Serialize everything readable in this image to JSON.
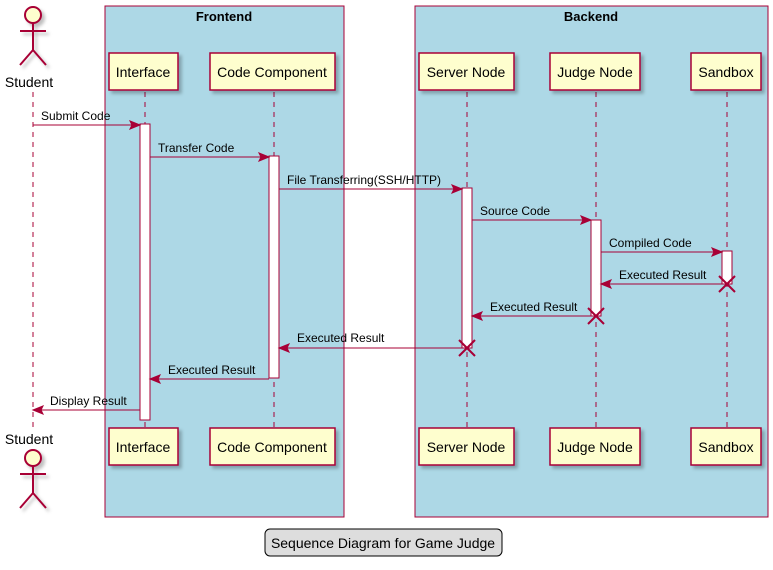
{
  "groups": [
    {
      "id": "frontend",
      "title": "Frontend"
    },
    {
      "id": "backend",
      "title": "Backend"
    }
  ],
  "actor": {
    "name": "Student"
  },
  "participants": [
    {
      "id": "interface",
      "label": "Interface"
    },
    {
      "id": "code",
      "label": "Code Component"
    },
    {
      "id": "server",
      "label": "Server Node"
    },
    {
      "id": "judge",
      "label": "Judge Node"
    },
    {
      "id": "sandbox",
      "label": "Sandbox"
    }
  ],
  "messages": [
    {
      "label": "Submit Code"
    },
    {
      "label": "Transfer Code"
    },
    {
      "label": "File Transferring(SSH/HTTP)"
    },
    {
      "label": "Source Code"
    },
    {
      "label": "Compiled Code"
    },
    {
      "label": "Executed Result"
    },
    {
      "label": "Executed Result"
    },
    {
      "label": "Executed Result"
    },
    {
      "label": "Executed Result"
    },
    {
      "label": "Display Result"
    }
  ],
  "caption": "Sequence Diagram for Game Judge",
  "colors": {
    "group_fill": "#add8e6",
    "border": "#a80036",
    "box_fill": "#fefece",
    "caption_fill": "#dddddd",
    "caption_border": "#000000"
  }
}
